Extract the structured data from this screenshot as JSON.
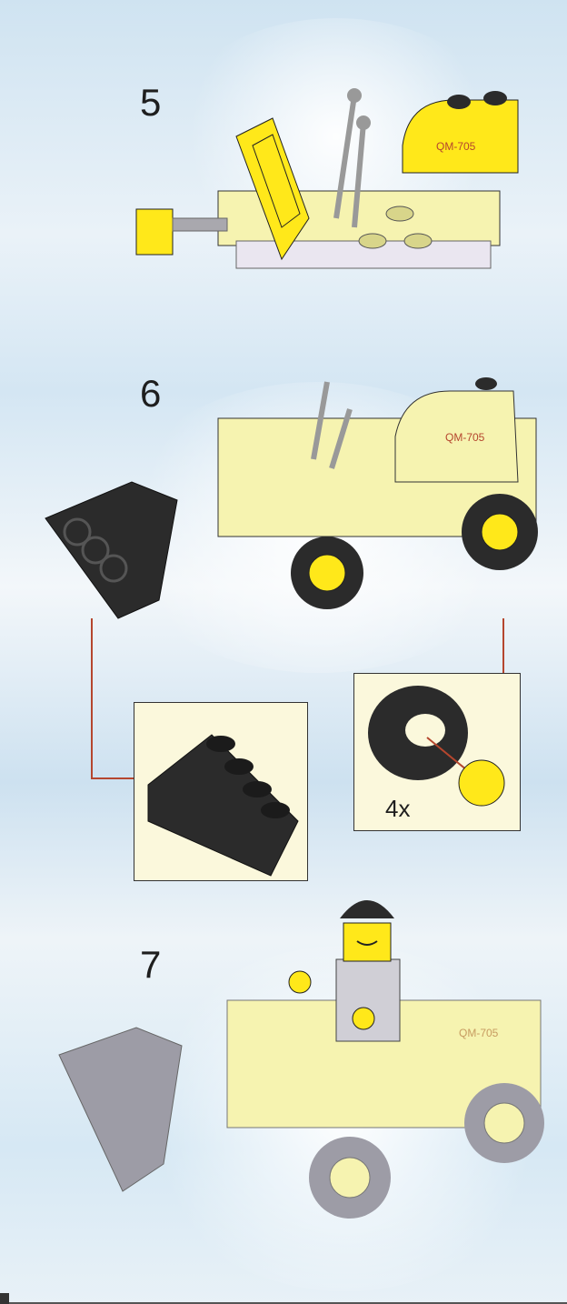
{
  "document": {
    "type": "building instructions page",
    "steps": [
      {
        "number": "5",
        "model_label": "QM-705"
      },
      {
        "number": "6",
        "model_label": "QM-705",
        "callouts": [
          {
            "name": "slope-brick-callout",
            "quantity": ""
          },
          {
            "name": "wheel-callout",
            "quantity": "4x"
          }
        ]
      },
      {
        "number": "7",
        "model_label": "QM-705"
      }
    ],
    "colors": {
      "tan": "#f6f3b0",
      "yellow": "#ffe81a",
      "black": "#2b2b2b",
      "gray": "#a9a8ae",
      "arrow": "#b5462e",
      "callout_bg": "#fbf8dc"
    }
  }
}
